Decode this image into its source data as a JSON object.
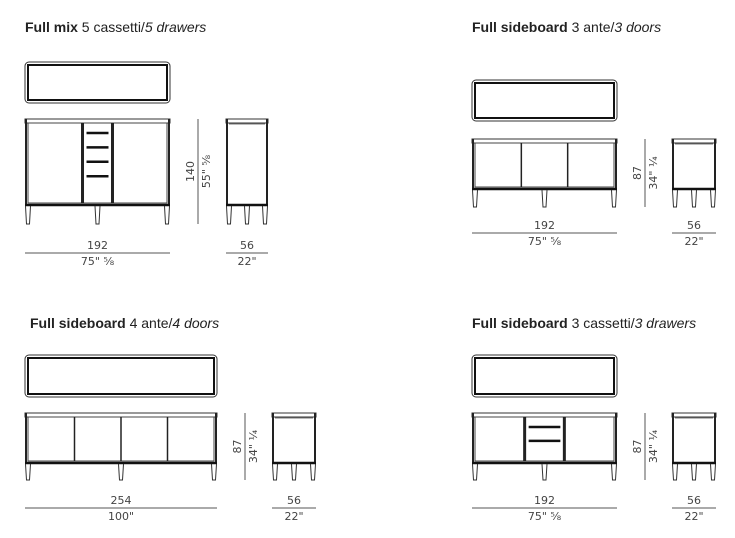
{
  "panels": [
    {
      "name_bold": "Full mix",
      "name_it": " 5 cassetti/",
      "name_en": "5 drawers",
      "height_cm": "140",
      "height_in": "55\" ⅝",
      "width_cm": "192",
      "width_in": "75\" ⅝",
      "depth_cm": "56",
      "depth_in": "22\""
    },
    {
      "name_bold": "Full sideboard",
      "name_it": " 3 ante/",
      "name_en": "3 doors",
      "height_cm": "87",
      "height_in": "34\" ¼",
      "width_cm": "192",
      "width_in": "75\" ⅝",
      "depth_cm": "56",
      "depth_in": "22\""
    },
    {
      "name_bold": "Full sideboard",
      "name_it": " 4 ante/",
      "name_en": "4 doors",
      "height_cm": "87",
      "height_in": "34\" ¼",
      "width_cm": "254",
      "width_in": "100\"",
      "depth_cm": "56",
      "depth_in": "22\""
    },
    {
      "name_bold": "Full sideboard",
      "name_it": " 3 cassetti/",
      "name_en": "3 drawers",
      "height_cm": "87",
      "height_in": "34\" ¼",
      "width_cm": "192",
      "width_in": "75\" ⅝",
      "depth_cm": "56",
      "depth_in": "22\""
    }
  ]
}
